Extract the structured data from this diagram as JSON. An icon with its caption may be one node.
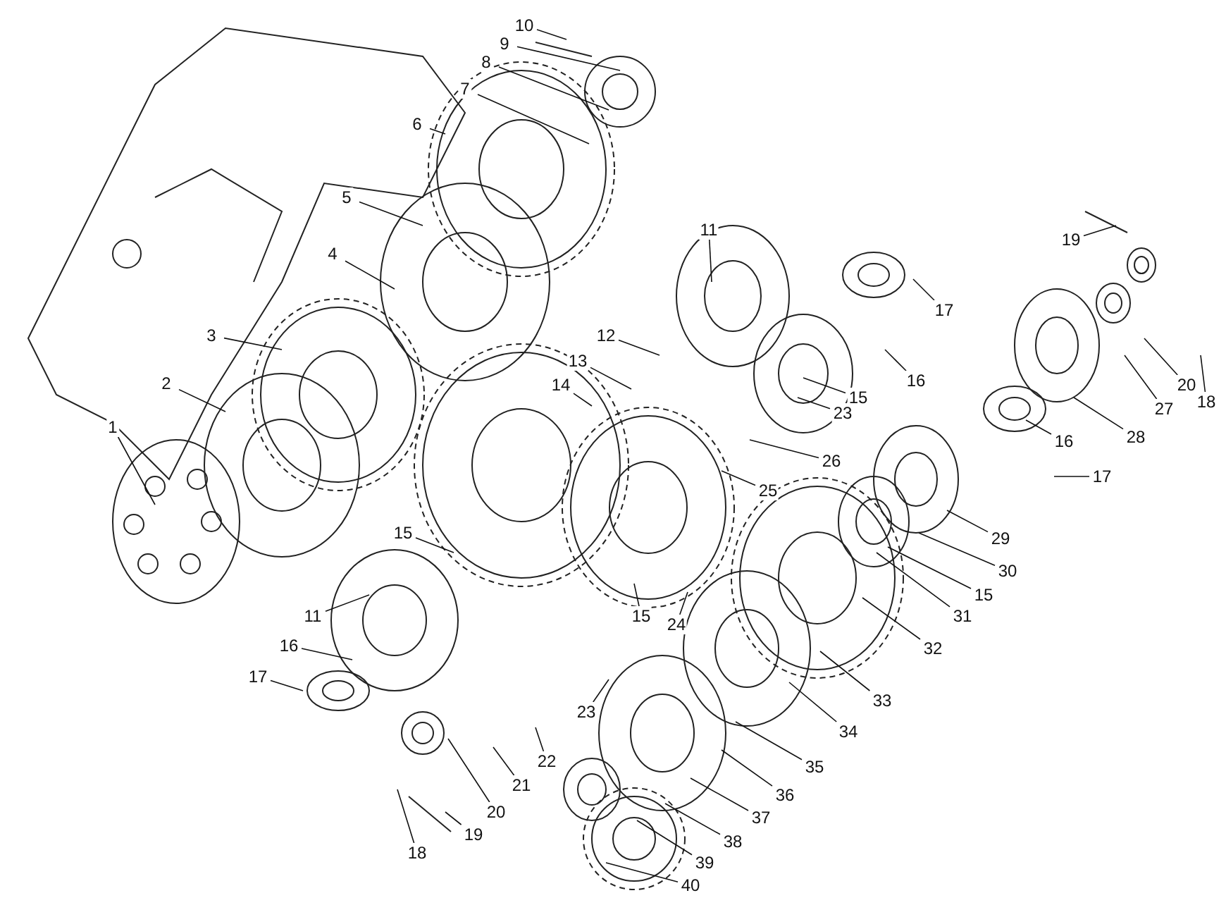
{
  "diagram": {
    "nodes": [
      {
        "text": [
          "10"
        ]
      },
      {
        "text": [
          "9"
        ]
      },
      {
        "text": [
          "8"
        ]
      },
      {
        "text": [
          "7"
        ]
      },
      {
        "text": [
          "6"
        ]
      },
      {
        "text": [
          "5"
        ]
      },
      {
        "text": [
          "11"
        ]
      },
      {
        "text": [
          "19"
        ]
      },
      {
        "text": [
          "4"
        ]
      },
      {
        "text": [
          "17"
        ]
      },
      {
        "text": [
          "3"
        ]
      },
      {
        "text": [
          "12"
        ]
      },
      {
        "text": [
          "13"
        ]
      },
      {
        "text": [
          "16"
        ]
      },
      {
        "text": [
          "14"
        ]
      },
      {
        "text": [
          "2"
        ]
      },
      {
        "text": [
          "20"
        ]
      },
      {
        "text": [
          "15"
        ]
      },
      {
        "text": [
          "18"
        ]
      },
      {
        "text": [
          "27"
        ]
      },
      {
        "text": [
          "23"
        ]
      },
      {
        "text": [
          "1"
        ]
      },
      {
        "text": [
          "28"
        ]
      },
      {
        "text": [
          "16"
        ]
      },
      {
        "text": [
          "26"
        ]
      },
      {
        "text": [
          "17"
        ]
      },
      {
        "text": [
          "25"
        ]
      },
      {
        "text": [
          "15"
        ]
      },
      {
        "text": [
          "29"
        ]
      },
      {
        "text": [
          "30"
        ]
      },
      {
        "text": [
          "15"
        ]
      },
      {
        "text": [
          "11"
        ]
      },
      {
        "text": [
          "15"
        ]
      },
      {
        "text": [
          "31"
        ]
      },
      {
        "text": [
          "24"
        ]
      },
      {
        "text": [
          "16"
        ]
      },
      {
        "text": [
          "32"
        ]
      },
      {
        "text": [
          "17"
        ]
      },
      {
        "text": [
          "33"
        ]
      },
      {
        "text": [
          "23"
        ]
      },
      {
        "text": [
          "34"
        ]
      },
      {
        "text": [
          "22"
        ]
      },
      {
        "text": [
          "35"
        ]
      },
      {
        "text": [
          "21"
        ]
      },
      {
        "text": [
          "36"
        ]
      },
      {
        "text": [
          "20"
        ]
      },
      {
        "text": [
          "37"
        ]
      },
      {
        "text": [
          "19"
        ]
      },
      {
        "text": [
          "38"
        ]
      },
      {
        "text": [
          "18"
        ]
      },
      {
        "text": [
          "39"
        ]
      },
      {
        "text": [
          "40"
        ]
      }
    ],
    "edges": [
      {
        "from": 0,
        "to": null,
        "arrow": "none"
      },
      {
        "from": 1,
        "to": null,
        "arrow": "none"
      },
      {
        "from": 2,
        "to": null,
        "arrow": "none"
      },
      {
        "from": 3,
        "to": null,
        "arrow": "none"
      },
      {
        "from": 4,
        "to": null,
        "arrow": "none"
      },
      {
        "from": 5,
        "to": null,
        "arrow": "none"
      },
      {
        "from": 6,
        "to": null,
        "arrow": "none"
      },
      {
        "from": 7,
        "to": null,
        "arrow": "none"
      },
      {
        "from": 8,
        "to": null,
        "arrow": "none"
      },
      {
        "from": 9,
        "to": null,
        "arrow": "none"
      },
      {
        "from": 10,
        "to": null,
        "arrow": "none"
      },
      {
        "from": 11,
        "to": null,
        "arrow": "none"
      },
      {
        "from": 12,
        "to": null,
        "arrow": "none"
      },
      {
        "from": 13,
        "to": null,
        "arrow": "none"
      },
      {
        "from": 14,
        "to": null,
        "arrow": "none"
      },
      {
        "from": 15,
        "to": null,
        "arrow": "none"
      },
      {
        "from": 16,
        "to": null,
        "arrow": "none"
      },
      {
        "from": 17,
        "to": null,
        "arrow": "none"
      },
      {
        "from": 18,
        "to": null,
        "arrow": "none"
      },
      {
        "from": 19,
        "to": null,
        "arrow": "none"
      },
      {
        "from": 20,
        "to": null,
        "arrow": "none"
      },
      {
        "from": 21,
        "to": null,
        "arrow": "none"
      },
      {
        "from": 22,
        "to": null,
        "arrow": "none"
      },
      {
        "from": 23,
        "to": null,
        "arrow": "none"
      },
      {
        "from": 24,
        "to": null,
        "arrow": "none"
      },
      {
        "from": 25,
        "to": null,
        "arrow": "none"
      },
      {
        "from": 26,
        "to": null,
        "arrow": "none"
      },
      {
        "from": 27,
        "to": null,
        "arrow": "none"
      },
      {
        "from": 28,
        "to": null,
        "arrow": "none"
      },
      {
        "from": 29,
        "to": null,
        "arrow": "none"
      },
      {
        "from": 30,
        "to": null,
        "arrow": "none"
      },
      {
        "from": 31,
        "to": null,
        "arrow": "none"
      },
      {
        "from": 32,
        "to": null,
        "arrow": "none"
      },
      {
        "from": 33,
        "to": null,
        "arrow": "none"
      },
      {
        "from": 34,
        "to": null,
        "arrow": "none"
      },
      {
        "from": 35,
        "to": null,
        "arrow": "none"
      },
      {
        "from": 36,
        "to": null,
        "arrow": "none"
      },
      {
        "from": 37,
        "to": null,
        "arrow": "none"
      },
      {
        "from": 38,
        "to": null,
        "arrow": "none"
      },
      {
        "from": 39,
        "to": null,
        "arrow": "none"
      },
      {
        "from": 40,
        "to": null,
        "arrow": "none"
      },
      {
        "from": 41,
        "to": null,
        "arrow": "none"
      },
      {
        "from": 42,
        "to": null,
        "arrow": "none"
      },
      {
        "from": 43,
        "to": null,
        "arrow": "none"
      },
      {
        "from": 44,
        "to": null,
        "arrow": "none"
      },
      {
        "from": 45,
        "to": null,
        "arrow": "none"
      },
      {
        "from": 46,
        "to": null,
        "arrow": "none"
      },
      {
        "from": 47,
        "to": null,
        "arrow": "none"
      },
      {
        "from": 48,
        "to": null,
        "arrow": "none"
      },
      {
        "from": 49,
        "to": null,
        "arrow": "none"
      },
      {
        "from": 50,
        "to": null,
        "arrow": "none"
      },
      {
        "from": 51,
        "to": null,
        "arrow": "none"
      }
    ]
  }
}
